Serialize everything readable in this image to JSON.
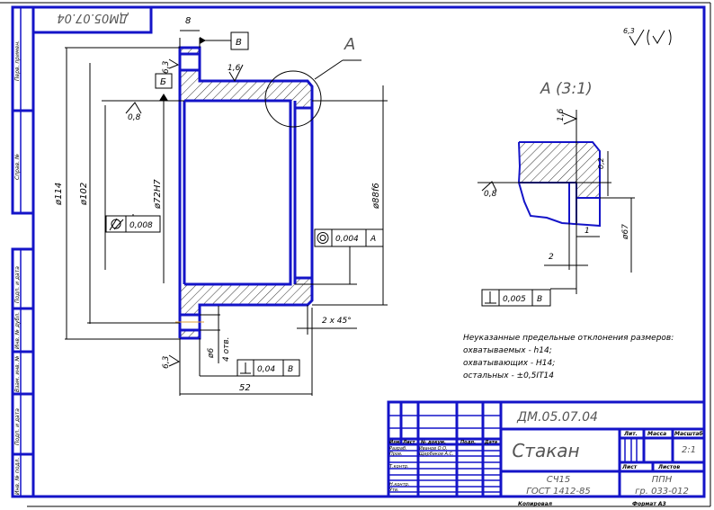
{
  "drawing": {
    "designation": "ДМ.05.07.04",
    "designation_rotated": "ДМ05.07.04",
    "part_name": "Стакан",
    "material_line1": "СЧ15",
    "material_line2": "ГОСТ 1412-85",
    "organization_line1": "ППН",
    "organization_line2": "гр. 033-012",
    "scale": "2:1",
    "copied_label": "Копировал",
    "format_label": "Формат А3",
    "colors": {
      "outline": "#1414c8",
      "lines": "#000000"
    }
  },
  "title_block": {
    "headers": {
      "izm": "Изм.",
      "list": "Лист",
      "doc_no": "№ докум.",
      "sign": "Подп.",
      "date": "Дата"
    },
    "rows": [
      {
        "role": "Разраб.",
        "name": "Иванов О.О."
      },
      {
        "role": "Пров.",
        "name": "Щербаков А.С."
      },
      {
        "role": "Т.контр.",
        "name": ""
      },
      {
        "role": "",
        "name": ""
      },
      {
        "role": "Н.контр.",
        "name": ""
      },
      {
        "role": "Утв.",
        "name": ""
      }
    ],
    "lit_label": "Лит.",
    "mass_label": "Масса",
    "scale_label": "Масштаб",
    "sheet_label": "Лист",
    "sheets_label": "Листов"
  },
  "side_stamp": {
    "top": [
      "Перв. примен.",
      "Справ. №"
    ],
    "bottom": [
      "Подп. и дата",
      "Инв. № дубл.",
      "Взам. инв. №",
      "Подп. и дата",
      "Инв. № подл."
    ]
  },
  "main_view": {
    "width_top": "8",
    "datum_b": "В",
    "datum_b2": "Б",
    "datum_a": "А",
    "section_label": "А",
    "roughness_16": "1,6",
    "roughness_63_top": "6,3",
    "roughness_08": "0,8",
    "roughness_63_bottom": "6,3",
    "dia_114": "ø114",
    "dia_102": "ø102",
    "dia_72": "ø72H7",
    "dia_88": "ø88f6",
    "cyl_tol": "0,008",
    "conc_tol": "0,004",
    "chamfer": "2 x 45°",
    "hole_dia": "ø6",
    "hole_count": "4 отв.",
    "perp_tol": "0,04",
    "length": "52"
  },
  "general_roughness": "6,3",
  "detail_view": {
    "title": "А (3:1)",
    "roughness_16": "1,6",
    "roughness_08": "0,8",
    "dim_02": "0,2",
    "dim_1": "1",
    "dim_2": "2",
    "dia_67": "ø67",
    "perp_tol": "0,005",
    "datum": "В"
  },
  "notes": [
    "Неуказанные предельные отклонения размеров:",
    "охватываемых - h14;",
    "охватывающих - H14;",
    "остальных - ±0,5IT14"
  ]
}
